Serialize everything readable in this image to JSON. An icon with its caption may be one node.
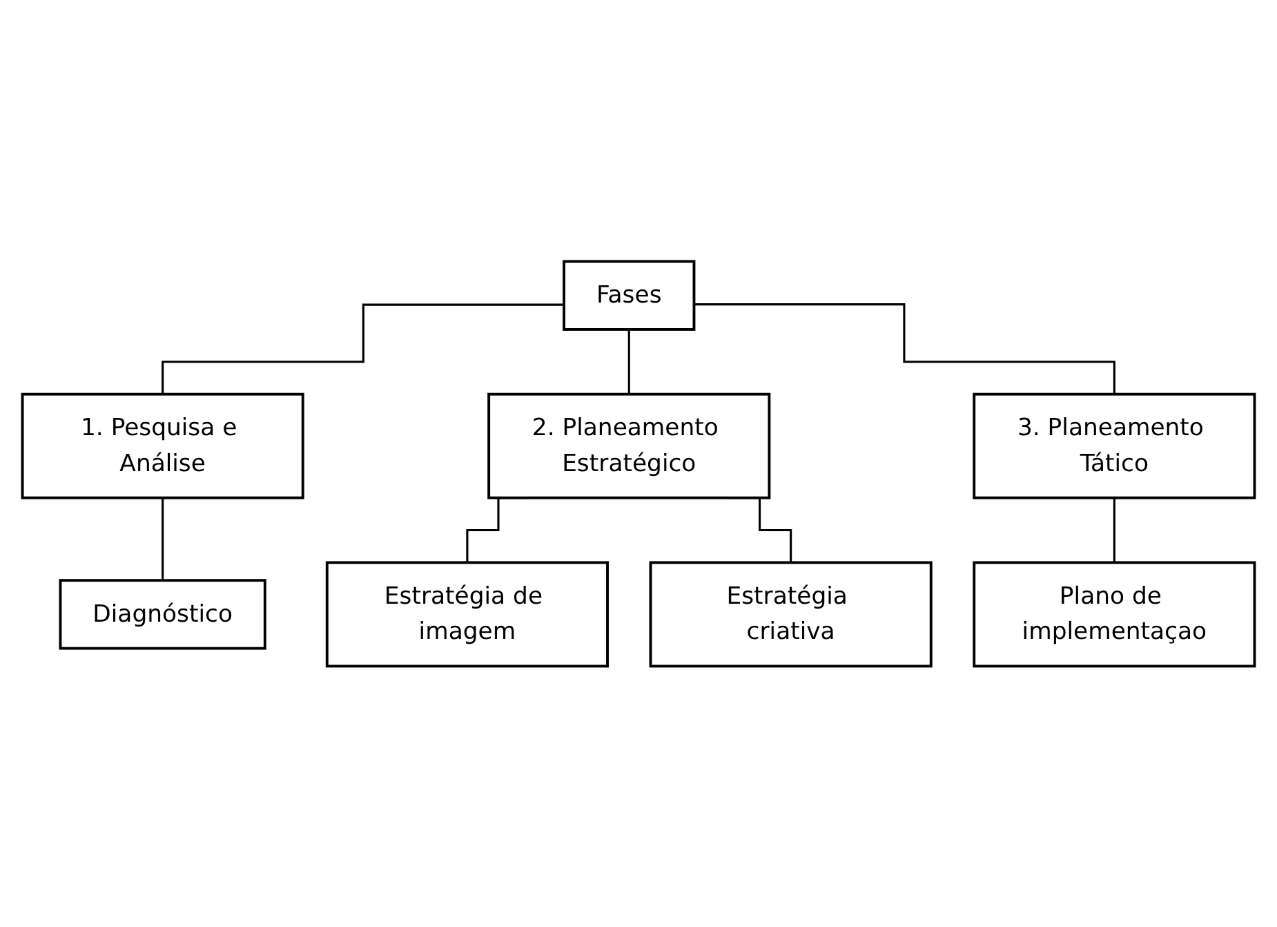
{
  "diagram": {
    "nodes": [
      {
        "text": [
          "Fases"
        ]
      },
      {
        "text": [
          "1. Pesquisa e Análise"
        ]
      },
      {
        "text": [
          "2. Planeamento Estratégico"
        ]
      },
      {
        "text": [
          "3. Planeamento Tático"
        ]
      },
      {
        "text": [
          "Diagnóstico"
        ]
      },
      {
        "text": [
          "Estratégia de imagem"
        ]
      },
      {
        "text": [
          "Estratégia criativa"
        ]
      },
      {
        "text": [
          "Plano de implementaçao"
        ]
      }
    ],
    "edges": [
      {
        "from": 0,
        "to": 1,
        "arrow": "none"
      },
      {
        "from": 0,
        "to": 2,
        "arrow": "none"
      },
      {
        "from": 0,
        "to": 3,
        "arrow": "none"
      },
      {
        "from": 1,
        "to": 4,
        "arrow": "none"
      },
      {
        "from": 2,
        "to": 5,
        "arrow": "none"
      },
      {
        "from": 2,
        "to": 6,
        "arrow": "none"
      },
      {
        "from": 3,
        "to": 7,
        "arrow": "none"
      }
    ]
  }
}
